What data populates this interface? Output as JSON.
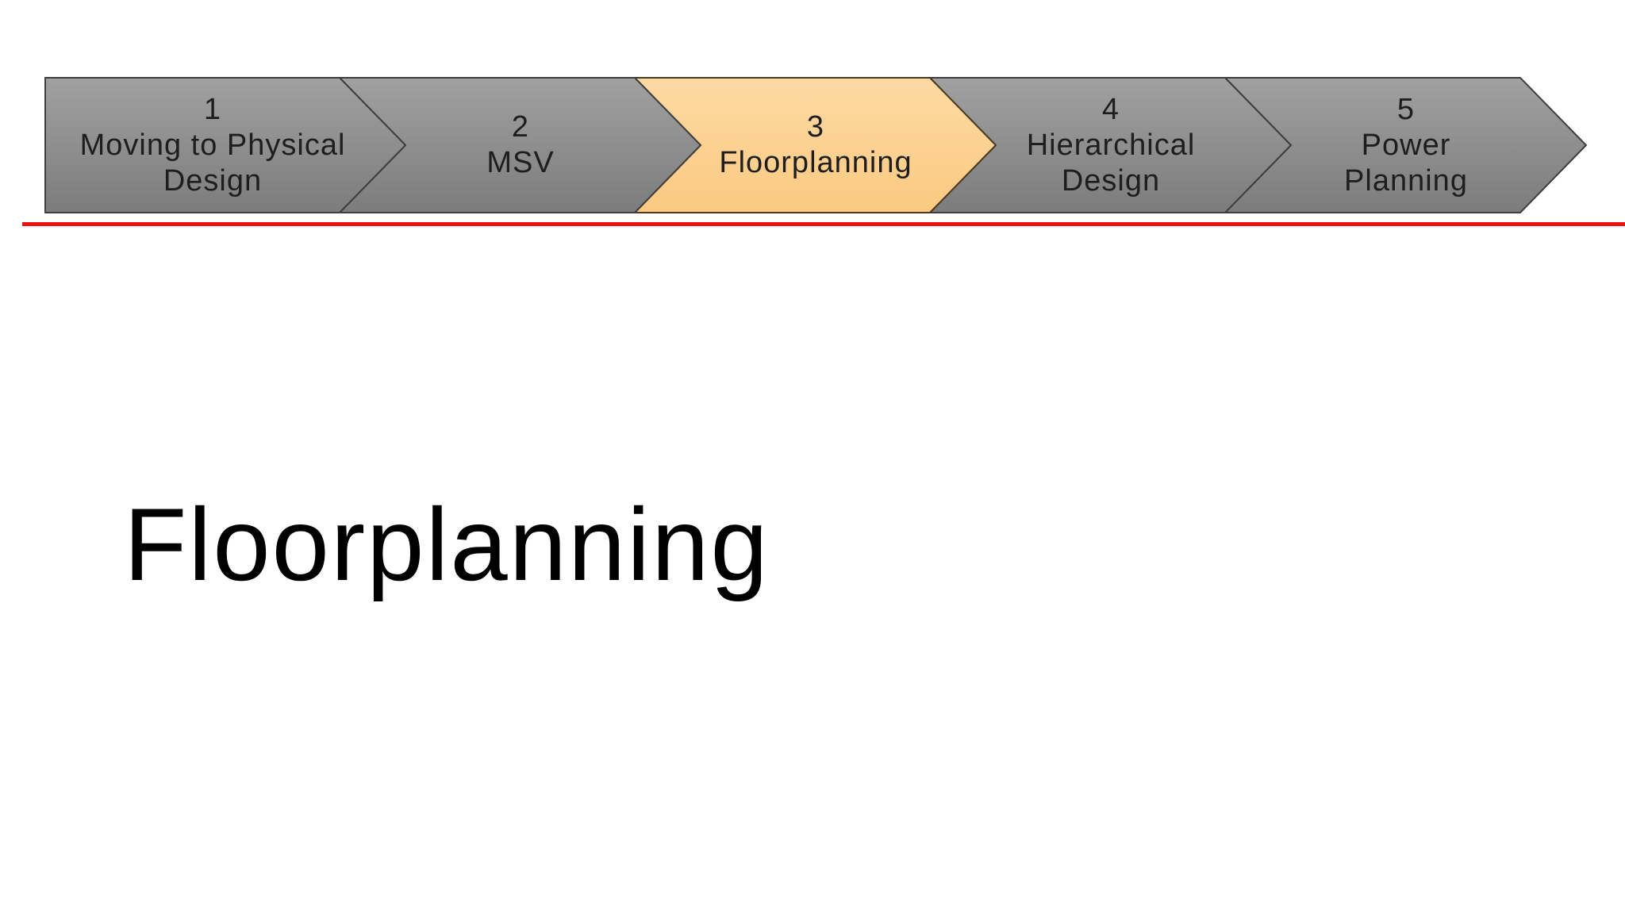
{
  "slide": {
    "title": "Floorplanning",
    "divider_color": "#ee1313",
    "process": {
      "steps": [
        {
          "number": "1",
          "label": "Moving to Physical Design",
          "lines": [
            "Moving to Physical",
            "Design"
          ],
          "state": "default"
        },
        {
          "number": "2",
          "label": "MSV",
          "lines": [
            "MSV"
          ],
          "state": "default"
        },
        {
          "number": "3",
          "label": "Floorplanning",
          "lines": [
            "Floorplanning"
          ],
          "state": "highlighted"
        },
        {
          "number": "4",
          "label": "Hierarchical Design",
          "lines": [
            "Hierarchical",
            "Design"
          ],
          "state": "default"
        },
        {
          "number": "5",
          "label": "Power Planning",
          "lines": [
            "Power",
            "Planning"
          ],
          "state": "default"
        }
      ],
      "colors": {
        "step_fill_top": "#a1a1a1",
        "step_fill_bottom": "#7c7c7c",
        "step_border": "#3e3e3e",
        "highlight_fill_top": "#fcdaa4",
        "highlight_fill_bottom": "#fbc981",
        "highlight_border": "#4a3a20",
        "step_text": "#1e1e1e",
        "title_text": "#000000"
      }
    }
  }
}
